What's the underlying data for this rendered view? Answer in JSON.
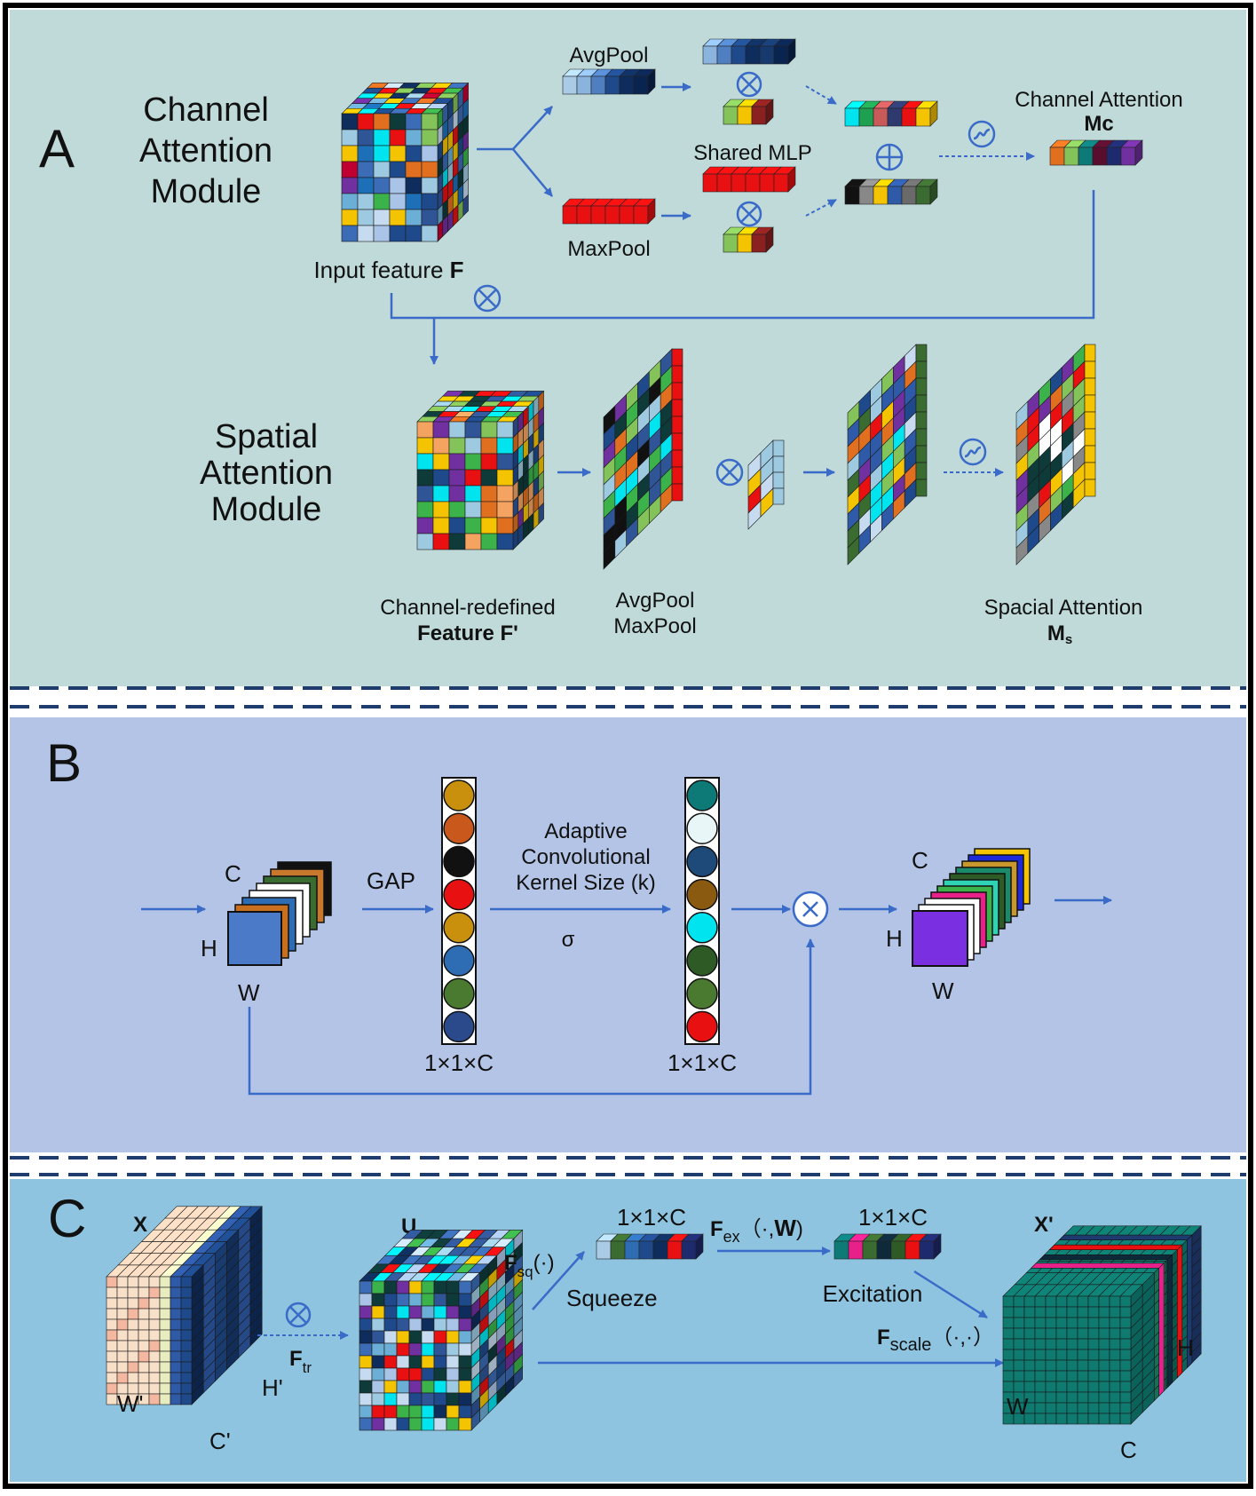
{
  "panel_a": {
    "letter": "A",
    "channel_module": [
      "Channel",
      "Attention",
      "Module"
    ],
    "avgpool": "AvgPool",
    "maxpool": "MaxPool",
    "shared_mlp": "Shared MLP",
    "channel_attention": "Channel Attention",
    "channel_attention_sym": "Mc",
    "input_feature": "Input feature ",
    "input_feature_sym": "F",
    "spatial_module": [
      "Spatial",
      "Attention",
      "Module"
    ],
    "refined_line1": "Channel-redefined",
    "refined_line2": "Feature F'",
    "pool_line1": "AvgPool",
    "pool_line2": "MaxPool",
    "spatial_attention": "Spacial Attention",
    "spatial_attention_sym": "M",
    "spatial_attention_sub": "s"
  },
  "panel_b": {
    "letter": "B",
    "c_in": "C",
    "h_in": "H",
    "w_in": "W",
    "gap": "GAP",
    "vec1_label": "1×1×C",
    "adaptive": [
      "Adaptive",
      "Convolutional",
      "Kernel Size (k)"
    ],
    "sigma": "σ",
    "vec2_label": "1×1×C",
    "c_out": "C",
    "h_out": "H",
    "w_out": "W",
    "vec1_colors": [
      "#c8900c",
      "#c8581c",
      "#111111",
      "#e81010",
      "#c8900c",
      "#2e6db4",
      "#4a7a30",
      "#2a4a8c"
    ],
    "vec2_colors": [
      "#0e7a78",
      "#e8f6f8",
      "#1e4a7a",
      "#8a5a10",
      "#00e4f0",
      "#2e5a26",
      "#4a7a30",
      "#e81010"
    ]
  },
  "panel_c": {
    "letter": "C",
    "x": "X",
    "u": "U",
    "xprime": "X'",
    "wprime": "W'",
    "hprime": "H'",
    "cprime": "C'",
    "f_tr": "F",
    "f_tr_sub": "tr",
    "f_sq": "F",
    "f_sq_sub": "sq",
    "f_sq_arg": "(·)",
    "squeeze": "Squeeze",
    "vec1_label": "1×1×C",
    "f_ex": "F",
    "f_ex_sub": "ex",
    "f_ex_arg": "（·,",
    "f_ex_w": "W",
    "f_ex_close": ")",
    "vec2_label": "1×1×C",
    "excitation": "Excitation",
    "f_scale": "F",
    "f_scale_sub": "scale",
    "f_scale_arg": "（·,·）",
    "h": "H",
    "w": "W",
    "c": "C"
  },
  "colors": {
    "panel_a_bg": "#bfdad9",
    "panel_b_bg": "#b3c4e6",
    "panel_c_bg": "#8fc4e0",
    "arrow": "#3a6bc8",
    "divider": "#1f3c6e"
  }
}
